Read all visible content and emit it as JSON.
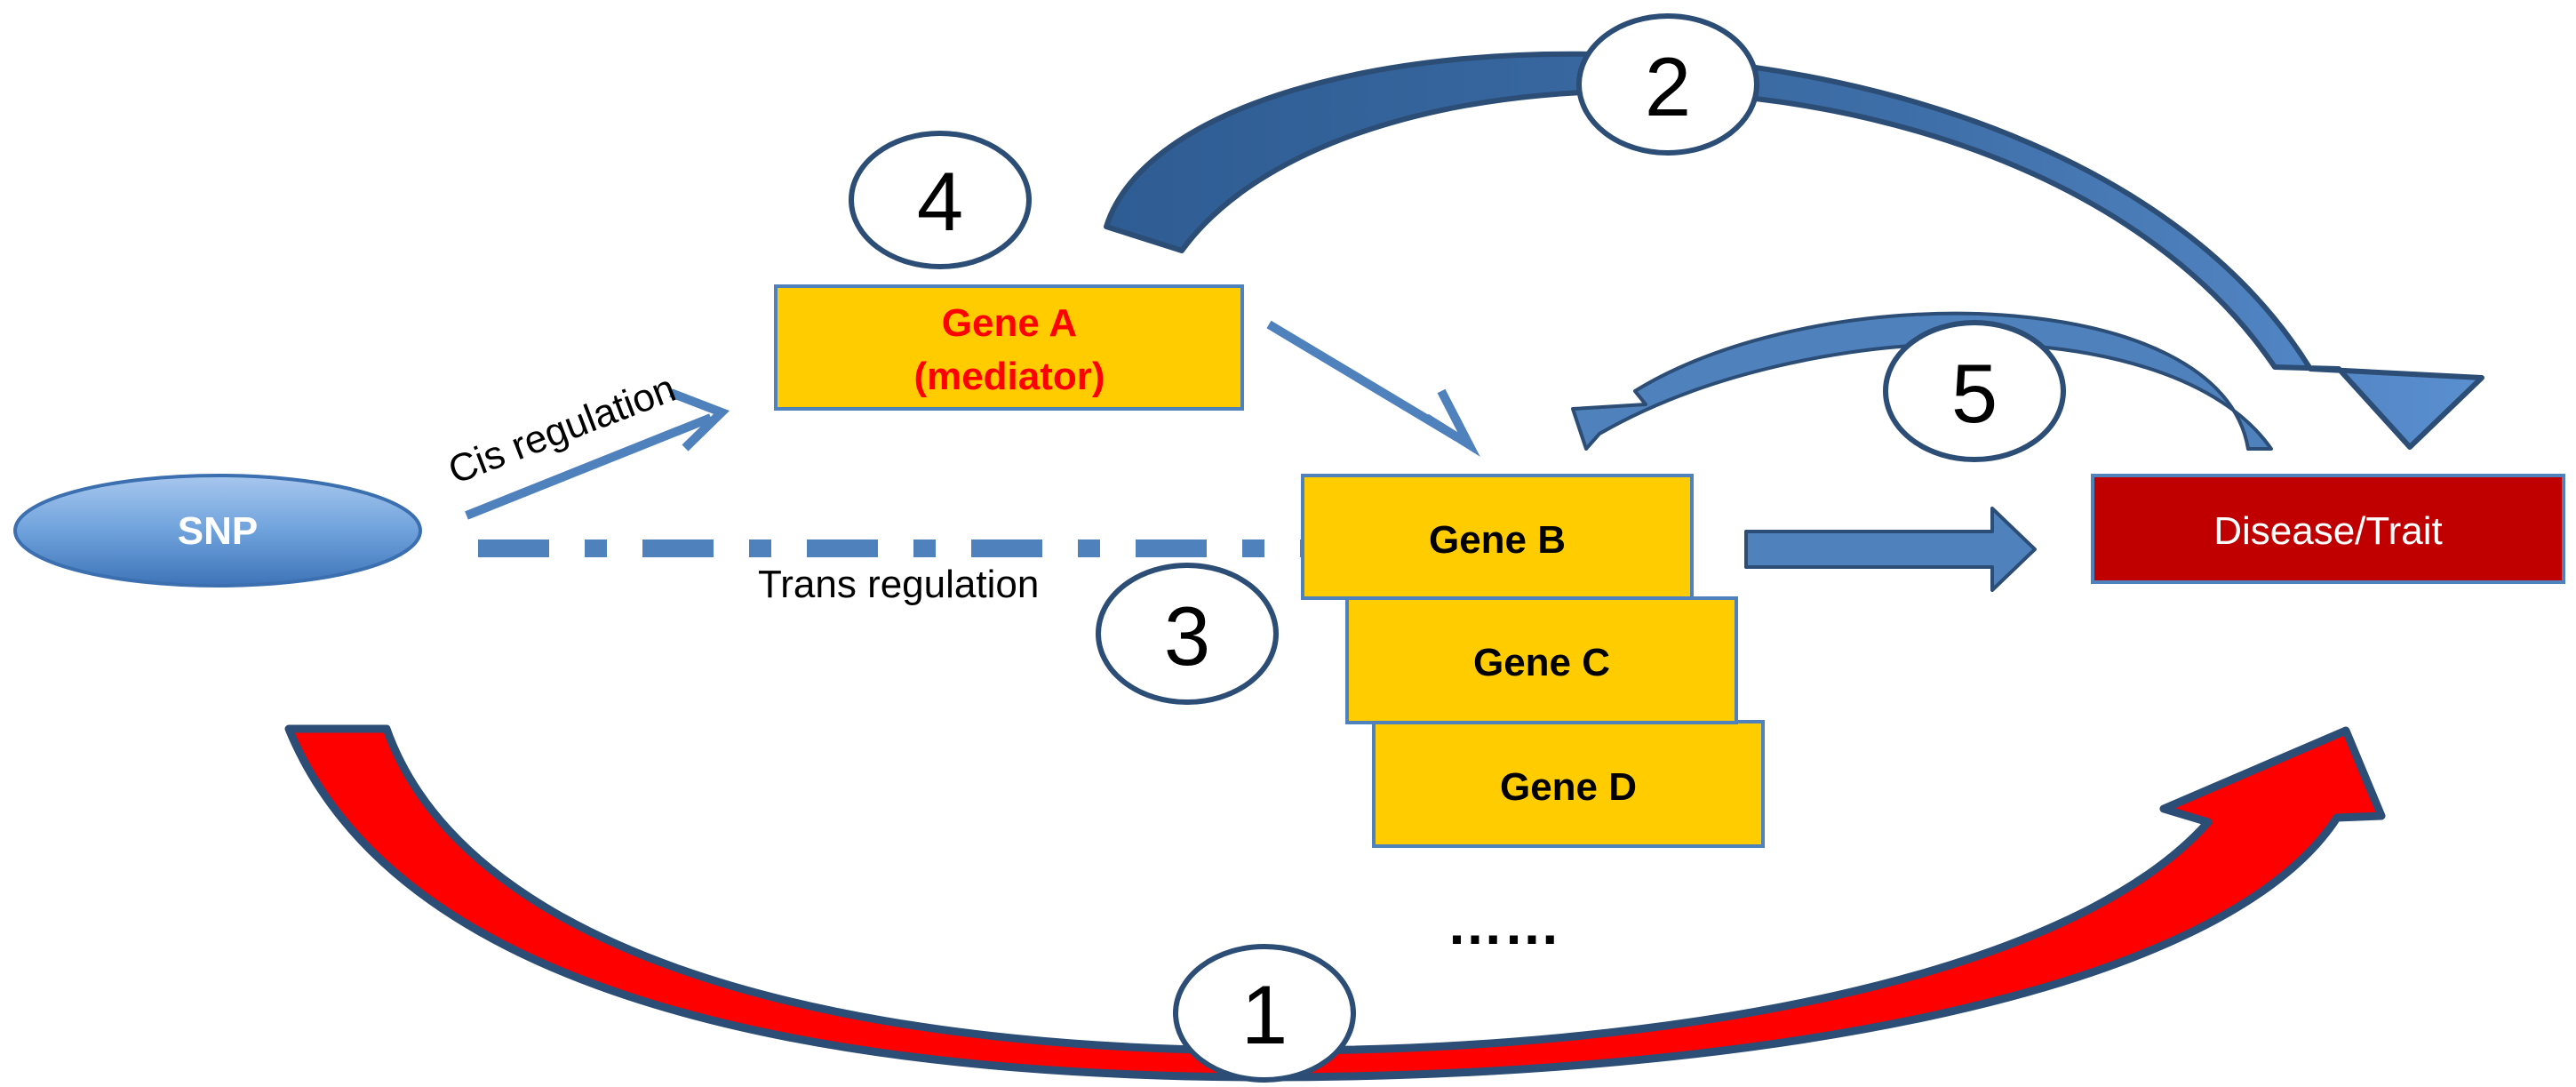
{
  "nodes": {
    "snp": "SNP",
    "gene_a_line1": "Gene A",
    "gene_a_line2": "(mediator)",
    "gene_b": "Gene B",
    "gene_c": "Gene C",
    "gene_d": "Gene D",
    "disease": "Disease/Trait"
  },
  "labels": {
    "cis": "Cis regulation",
    "trans": "Trans regulation",
    "ellipsis": "……"
  },
  "markers": [
    "1",
    "2",
    "3",
    "4",
    "5"
  ],
  "colors": {
    "gene_box": "#FFCC00",
    "gene_border": "#4F81BD",
    "arrow_blue": "#4F81BD",
    "arrow_dark": "#2C4D75",
    "disease_fill": "#C00000",
    "snp_fill": "#5B9BD5",
    "mediator_text": "#FF0000",
    "red_arrow": "#FF0000"
  }
}
